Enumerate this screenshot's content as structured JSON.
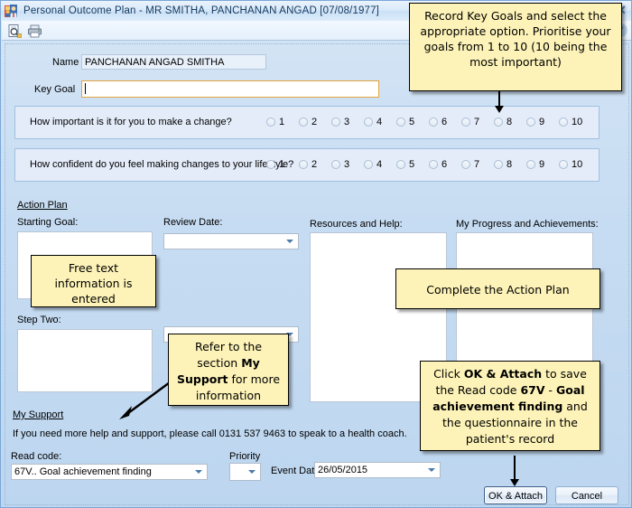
{
  "window": {
    "title": "Personal Outcome Plan - MR SMITHA, PANCHANAN ANGAD [07/08/1977]",
    "close_label": "✕",
    "app_icon": "people-icon"
  },
  "toolbar": {
    "preview_icon": "print-preview-icon",
    "print_icon": "printer-icon",
    "help_icon": "help-icon",
    "help_label": "?"
  },
  "form": {
    "name_label": "Name",
    "name_value": "PANCHANAN ANGAD SMITHA",
    "key_goal_label": "Key Goal",
    "key_goal_value": "",
    "key_goal_placeholder": ""
  },
  "scales": [
    {
      "question": "How important is it for you to make a change?",
      "options": [
        "1",
        "2",
        "3",
        "4",
        "5",
        "6",
        "7",
        "8",
        "9",
        "10"
      ],
      "selected": null
    },
    {
      "question": "How confident do you feel making changes to your lifestyle?",
      "options": [
        "1",
        "2",
        "3",
        "4",
        "5",
        "6",
        "7",
        "8",
        "9",
        "10"
      ],
      "selected": null
    }
  ],
  "action_plan": {
    "section_label": "Action Plan",
    "starting_goal_label": "Starting Goal:",
    "starting_goal_value": "",
    "review_date_label": "Review Date:",
    "review_date_value": "",
    "step_two_label": "Step Two:",
    "step_two_value": "",
    "step_two_date_value": "",
    "resources_label": "Resources and Help:",
    "resources_value": "",
    "progress_label": "My Progress and Achievements:",
    "progress_value": ""
  },
  "support": {
    "section_label": "My Support",
    "text": "If you need more help and support, please call 0131 537 9463 to speak to a health coach."
  },
  "coding": {
    "read_code_label": "Read code:",
    "read_code_value": "67V.. Goal achievement finding",
    "priority_label": "Priority",
    "priority_value": "",
    "event_date_label": "Event Date",
    "event_date_value": "26/05/2015"
  },
  "buttons": {
    "ok_attach": "OK & Attach",
    "cancel": "Cancel"
  },
  "annotations": {
    "key_goals": "Record Key Goals and select the appropriate option. Prioritise your goals from 1 to 10 (10 being the most important)",
    "free_text": "Free text information is entered",
    "complete_plan": "Complete the Action Plan",
    "my_support_ref_1": "Refer to the section ",
    "my_support_ref_bold": "My Support",
    "my_support_ref_2": " for more information",
    "ok_attach_1": "Click ",
    "ok_attach_b1": "OK & Attach",
    "ok_attach_2": " to save the Read code ",
    "ok_attach_b2": "67V",
    "ok_attach_3": " - ",
    "ok_attach_b3": "Goal achievement finding",
    "ok_attach_4": " and the questionnaire in the patient's record"
  },
  "colors": {
    "callout_bg": "#fdf3b8",
    "window_bg": "#c9dff3",
    "focus_border": "#e3a43a",
    "title_text": "#14395e"
  }
}
